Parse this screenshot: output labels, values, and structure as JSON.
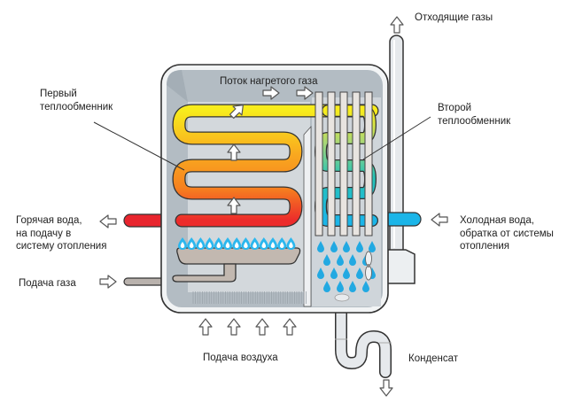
{
  "labels": {
    "heated_gas_flow": "Поток нагретого газа",
    "exhaust_gases": "Отходящие газы",
    "first_heat_exchanger": "Первый\nтеплообменник",
    "second_heat_exchanger": "Второй\nтеплообменник",
    "hot_water": "Горячая вода,\nна подачу в\nсистему отопления",
    "cold_water": "Холодная вода,\nобратка от системы\nотопления",
    "gas_supply": "Подача газа",
    "air_supply": "Подача воздуха",
    "condensate": "Конденсат"
  },
  "colors": {
    "hot_pipe": "#e8252e",
    "cold_pipe": "#1bb5e8",
    "coil_top": "#f7e51a",
    "coil_mid": "#f7931e",
    "coil_bottom": "#ee3a2a",
    "flame": "#2bb7ee",
    "housing": "#c9ced3",
    "housing_inner": "#d8dce0",
    "outline": "#333333"
  },
  "icons": {
    "flow_arrow": "arrow-outline-icon",
    "flame": "flame-icon",
    "droplet": "water-drop-icon",
    "fan": "fan-icon"
  }
}
